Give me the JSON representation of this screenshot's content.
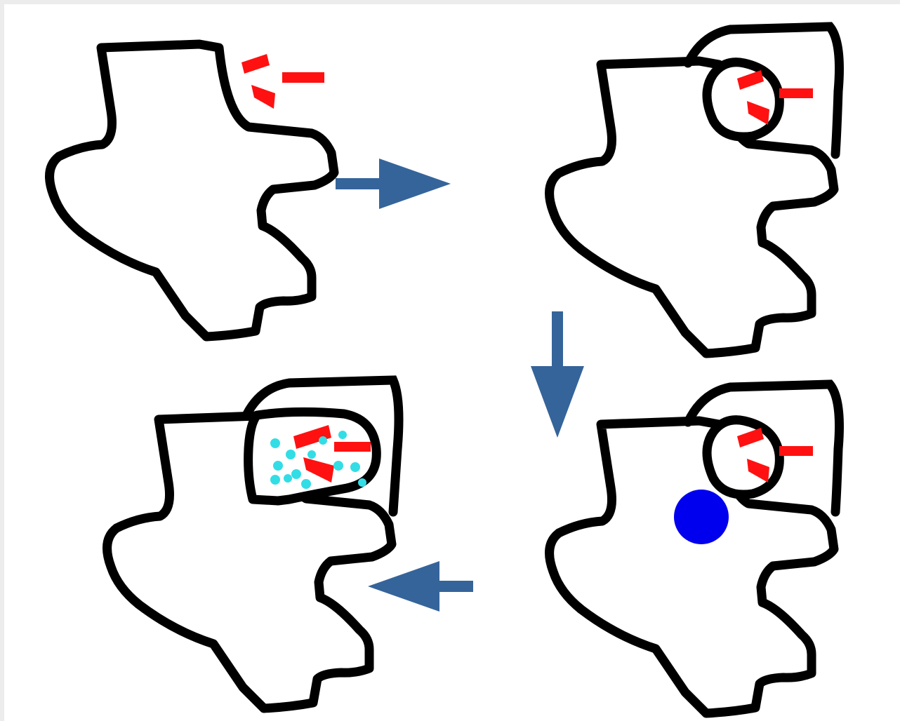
{
  "diagram": {
    "colors": {
      "background": "#ffffff",
      "cell_outline": "#000000",
      "antigen": "#ff1111",
      "arrow": "#35649a",
      "vesicle_particles": "#33dde6",
      "vesicle_fill": "#ffffff",
      "blue_body": "#0000ee"
    },
    "panels": [
      {
        "id": "panel-1",
        "stage": "antigen-outside-cell",
        "has_vesicle": false,
        "has_blue_body": false,
        "has_particles": false
      },
      {
        "id": "panel-2",
        "stage": "antigen-engulfed-in-vesicle",
        "has_vesicle": true,
        "has_blue_body": false,
        "has_particles": false
      },
      {
        "id": "panel-3",
        "stage": "blue-body-approaches-vesicle",
        "has_vesicle": true,
        "has_blue_body": true,
        "has_particles": false
      },
      {
        "id": "panel-4",
        "stage": "vesicle-filled-with-particles",
        "has_vesicle": true,
        "has_blue_body": false,
        "has_particles": true
      }
    ],
    "arrows": [
      {
        "id": "arrow-1-to-2",
        "direction": "right"
      },
      {
        "id": "arrow-2-to-3",
        "direction": "down"
      },
      {
        "id": "arrow-3-to-4",
        "direction": "left"
      }
    ],
    "icons": {
      "antigen": "antigen-icon",
      "arrow": "arrow-icon",
      "blue_body": "blue-circle-icon",
      "particle": "particle-icon"
    }
  }
}
